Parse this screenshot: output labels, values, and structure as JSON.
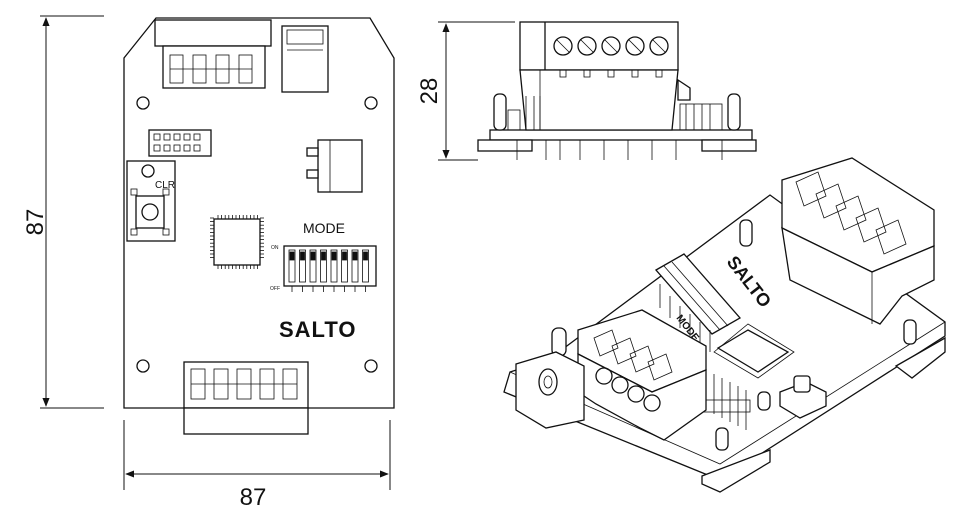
{
  "dimensions": {
    "height_label": "87",
    "width_label": "87",
    "depth_label": "28"
  },
  "board": {
    "clr_label": "CLR",
    "mode_label": "MODE",
    "brand": "SALTO",
    "on_label": "ON",
    "off_label": "OFF"
  },
  "iso": {
    "brand": "SALTO",
    "mode_label": "MODE"
  }
}
